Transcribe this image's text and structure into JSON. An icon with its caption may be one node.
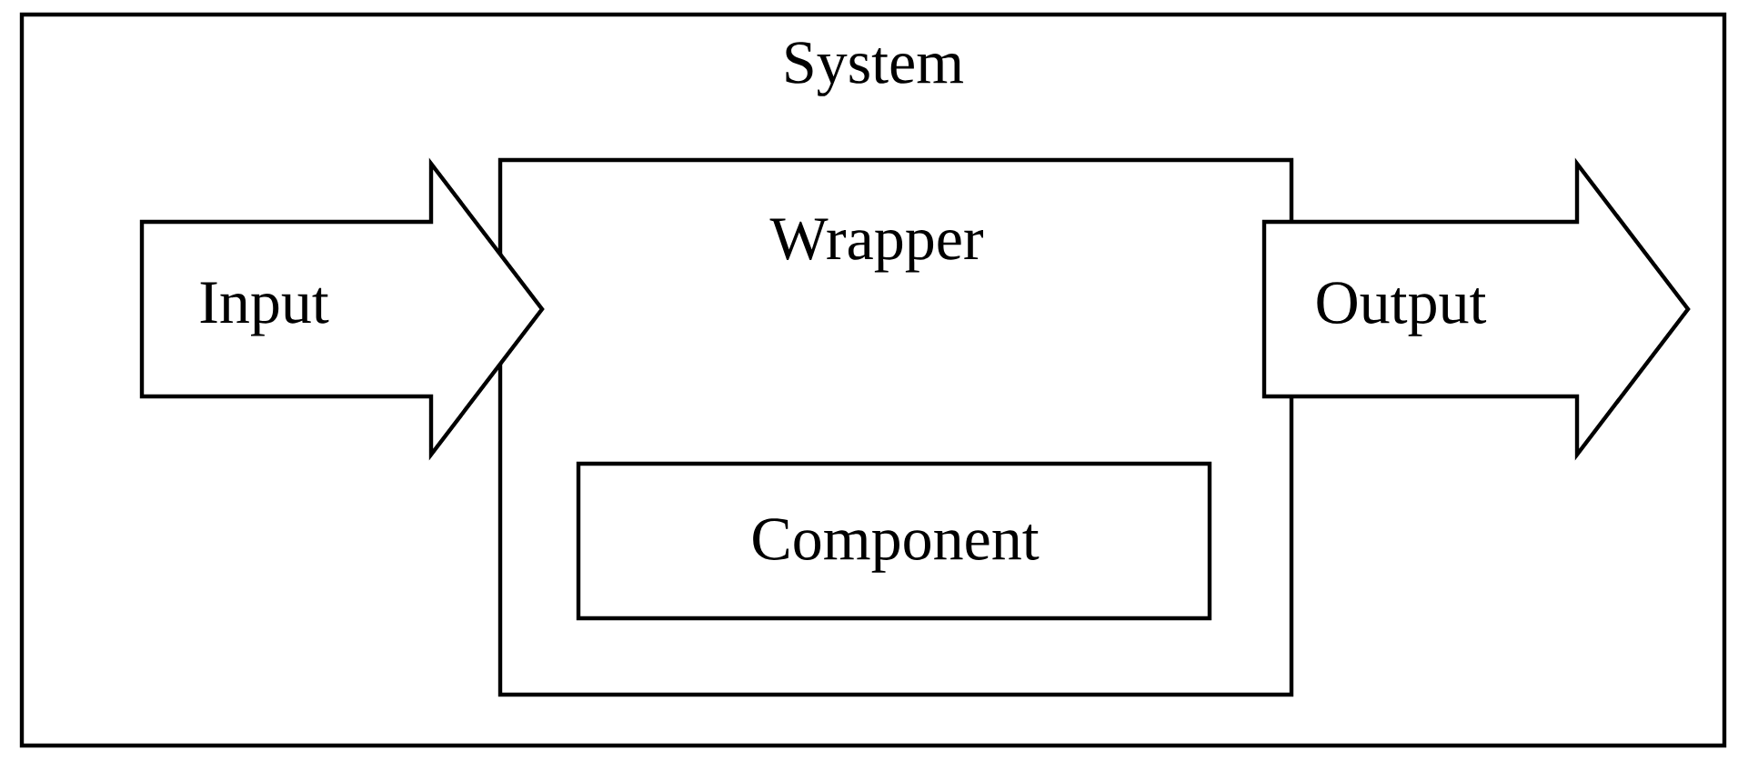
{
  "diagram": {
    "nodes": [
      {
        "text": [
          "System"
        ]
      },
      {
        "text": [
          "Wrapper"
        ],
        "in": 0
      },
      {
        "text": [
          "Component"
        ],
        "in": 1
      }
    ],
    "edges": [
      {
        "from": null,
        "to": 1,
        "arrow": "to",
        "label": "Input"
      },
      {
        "from": 1,
        "to": null,
        "arrow": "to",
        "label": "Output"
      }
    ]
  }
}
